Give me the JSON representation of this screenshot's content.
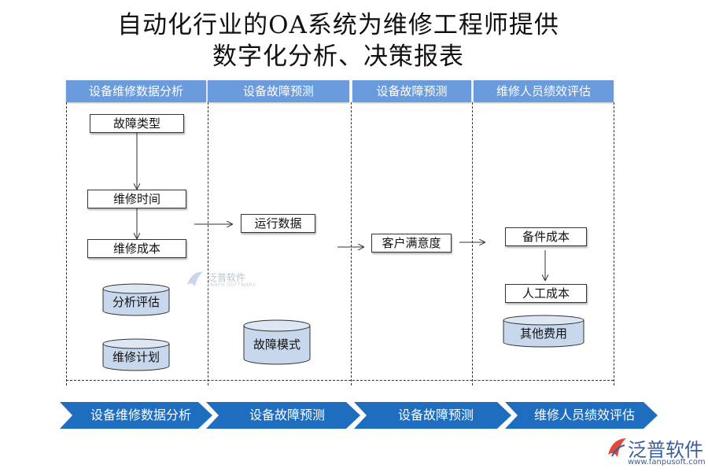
{
  "title": {
    "line1": "自动化行业的OA系统为维修工程师提供",
    "line2": "数字化分析、决策报表"
  },
  "lanes": [
    {
      "header": "设备维修数据分析"
    },
    {
      "header": "设备故障预测"
    },
    {
      "header": "设备故障预测"
    },
    {
      "header": "维修人员绩效评估"
    }
  ],
  "boxes": {
    "fault_type": "故障类型",
    "repair_time": "维修时间",
    "repair_cost": "维修成本",
    "run_data": "运行数据",
    "customer_satisfaction": "客户满意度",
    "spare_parts_cost": "备件成本",
    "labor_cost": "人工成本"
  },
  "databases": {
    "analysis_eval": "分析评估",
    "repair_plan": "维修计划",
    "fault_mode": "故障模式",
    "other_costs": "其他费用"
  },
  "chevrons": [
    "设备维修数据分析",
    "设备故障预测",
    "设备故障预测",
    "维修人员绩效评估"
  ],
  "watermark": {
    "text": "泛普软件",
    "sub": "FANPU SOFTWARE"
  },
  "logo": {
    "name": "泛普软件",
    "url": "www.fanpusoft.com"
  },
  "colors": {
    "header_blue": "#6a9bdc",
    "chevron_blue": "#1f6dbf",
    "db_fill": "#c7d7ec",
    "logo_blue": "#3a5d9c"
  }
}
